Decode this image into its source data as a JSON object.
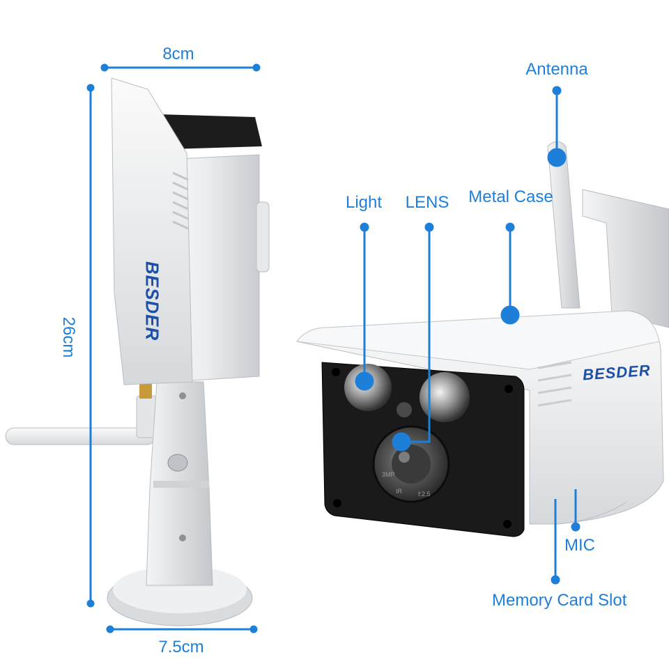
{
  "dimensions": {
    "width_top": "8cm",
    "height": "26cm",
    "width_bottom": "7.5cm"
  },
  "callouts": {
    "antenna": "Antenna",
    "light": "Light",
    "lens": "LENS",
    "metal_case": "Metal Case",
    "mic": "MIC",
    "memory_card_slot": "Memory Card Slot"
  },
  "brand": {
    "logo_text": "BESDER"
  },
  "lens_markings": [
    "3MP",
    "IR",
    "f:2.5"
  ],
  "colors": {
    "accent": "#1e7fd8",
    "camera_body": "#eef0f2",
    "camera_front": "#1a1a1a",
    "logo_blue": "#1c4fa8",
    "logo_red": "#d22a2a"
  }
}
